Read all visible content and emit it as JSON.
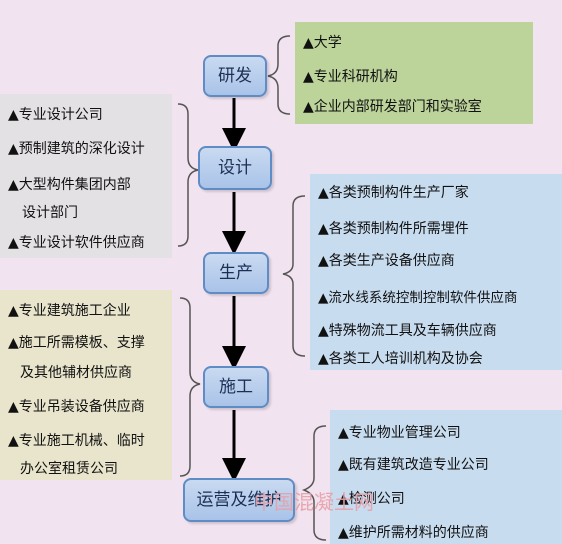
{
  "stages": [
    "研发",
    "设计",
    "生产",
    "施工",
    "运营及维护"
  ],
  "research_items": [
    "▲大学",
    "▲专业科研机构",
    "▲企业内部研发部门和实验室"
  ],
  "design_items": [
    "▲专业设计公司",
    "▲预制建筑的深化设计",
    "▲大型构件集团内部",
    "设计部门",
    "▲专业设计软件供应商"
  ],
  "production_items": [
    "▲各类预制构件生产厂家",
    "▲各类预制构件所需埋件",
    "▲各类生产设备供应商",
    "▲流水线系统控制控制软件供应商",
    "▲特殊物流工具及车辆供应商",
    "▲各类工人培训机构及协会"
  ],
  "construction_items": [
    "▲专业建筑施工企业",
    "▲施工所需模板、支撑",
    "及其他辅材供应商",
    "▲专业吊装设备供应商",
    "▲专业施工机械、临时",
    "办公室租赁公司"
  ],
  "operation_items": [
    "▲专业物业管理公司",
    "▲既有建筑改造专业公司",
    "▲检测公司",
    "▲维护所需材料的供应商"
  ],
  "watermark": "中国混凝土网",
  "colors": {
    "green": "#bcd39a",
    "grey": "#e4e1e4",
    "blue": "#c8dcf0",
    "tan": "#e9e5cc",
    "stage_border": "#5f8cc4"
  }
}
